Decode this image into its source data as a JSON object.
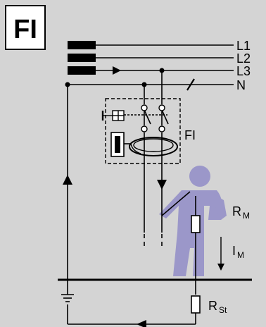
{
  "title_badge": "FI",
  "lines": {
    "l1": "L1",
    "l2": "L2",
    "l3": "L3",
    "n": "N"
  },
  "device_label": "FI",
  "body_resistance": {
    "symbol": "R",
    "subscript": "M"
  },
  "body_current": {
    "symbol": "I",
    "subscript": "M"
  },
  "earth_resistance": {
    "symbol": "R",
    "subscript": "St"
  },
  "colors": {
    "background": "#d4d4d4",
    "line": "#000000",
    "person": "#9b97c9",
    "badge_fill": "#ffffff"
  },
  "icons": [
    "circuit-breaker-icon",
    "toroidal-transformer-icon",
    "ground-symbol-icon",
    "person-figure-icon"
  ]
}
